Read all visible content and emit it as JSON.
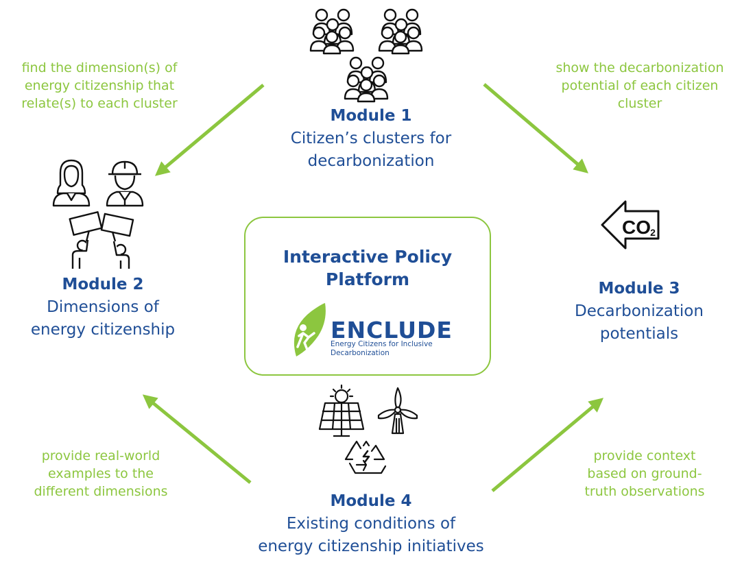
{
  "center": {
    "title_line1": "Interactive Policy",
    "title_line2": "Platform",
    "logo_name": "ENCLUDE",
    "logo_sub_line1": "Energy Citizens for Inclusive",
    "logo_sub_line2": "Decarbonization"
  },
  "module1": {
    "title": "Module 1",
    "desc_line1": "Citizen’s clusters for",
    "desc_line2": "decarbonization"
  },
  "module2": {
    "title": "Module 2",
    "desc_line1": "Dimensions of",
    "desc_line2": "energy citizenship"
  },
  "module3": {
    "title": "Module 3",
    "desc_line1": "Decarbonization",
    "desc_line2": "potentials",
    "co2_text": "CO",
    "co2_sub": "2"
  },
  "module4": {
    "title": "Module 4",
    "desc_line1": "Existing conditions of",
    "desc_line2": "energy citizenship initiatives"
  },
  "connectors": {
    "top_left": [
      "find the dimension(s) of",
      "energy citizenship that",
      "relate(s) to each cluster"
    ],
    "top_right": [
      "show the decarbonization",
      "potential of each citizen",
      "cluster"
    ],
    "bottom_left": [
      "provide real-world",
      "examples to the",
      "different dimensions"
    ],
    "bottom_right": [
      "provide context",
      "based on ground-",
      "truth observations"
    ]
  },
  "colors": {
    "module_blue": "#1f4e96",
    "accent_green": "#8cc63f"
  },
  "icons": {
    "module1": [
      "people-group-icon",
      "people-group-icon",
      "people-group-icon"
    ],
    "module2": [
      "woman-icon",
      "worker-icon",
      "protest-icon"
    ],
    "module3": [
      "co2-arrow-icon"
    ],
    "module4": [
      "solar-panel-icon",
      "wind-turbine-icon",
      "recycle-energy-icon"
    ],
    "center": [
      "enclude-leaf-logo-icon"
    ]
  }
}
